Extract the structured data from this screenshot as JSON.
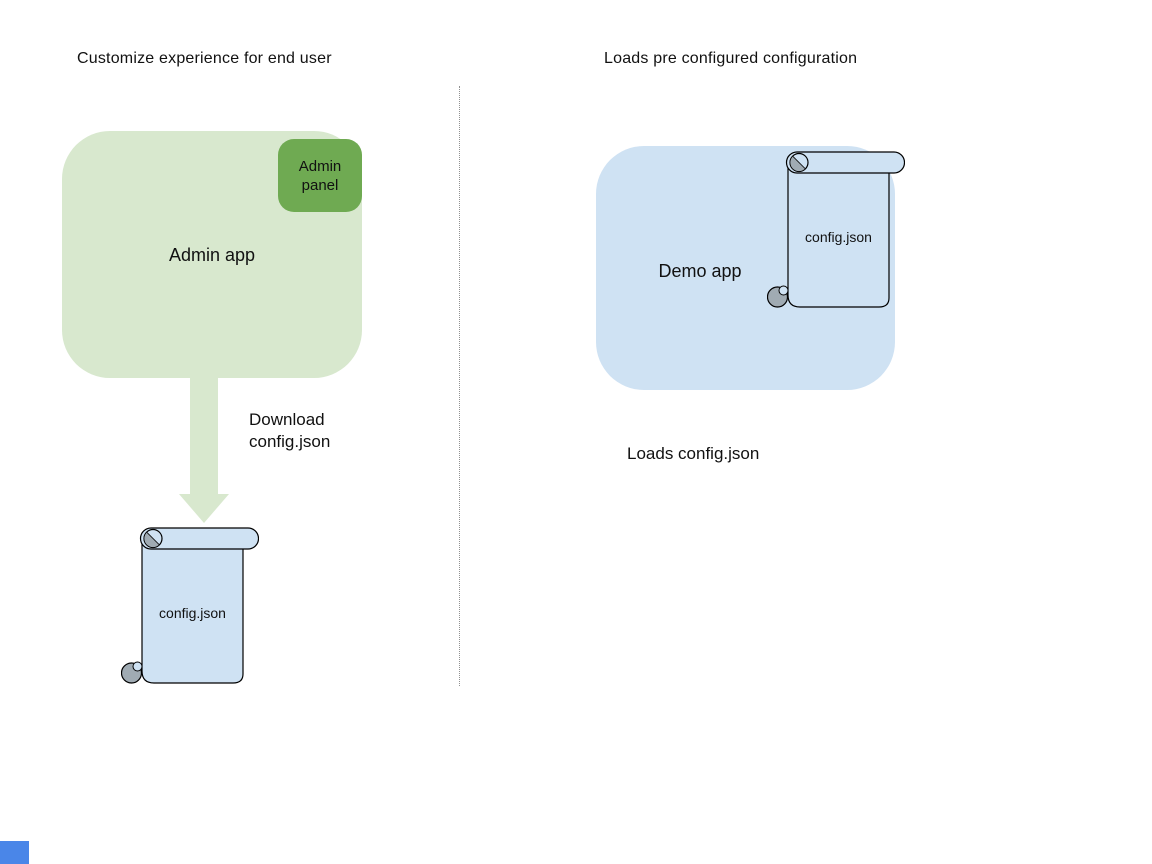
{
  "colors": {
    "canvas_bg": "#ffffff",
    "text_color": "#111111",
    "admin_app_fill": "#d8e8ce",
    "admin_panel_fill": "#6faa52",
    "demo_app_fill": "#cfe2f3",
    "arrow_fill": "#d8e8ce",
    "scroll_fill": "#cfe2f3",
    "scroll_outline": "#000000",
    "scroll_curl": "#a0abb3",
    "divider_color": "#909090",
    "corner_marker_fill": "#4a86e8"
  },
  "left": {
    "title": "Customize experience for end user",
    "admin_app_label": "Admin app",
    "admin_panel_label": "Admin panel",
    "arrow_label": "Download\nconfig.json",
    "config_file_label": "config.json"
  },
  "right": {
    "title": "Loads pre configured configuration",
    "demo_app_label": "Demo app",
    "config_file_label": "config.json",
    "caption": "Loads config.json"
  }
}
